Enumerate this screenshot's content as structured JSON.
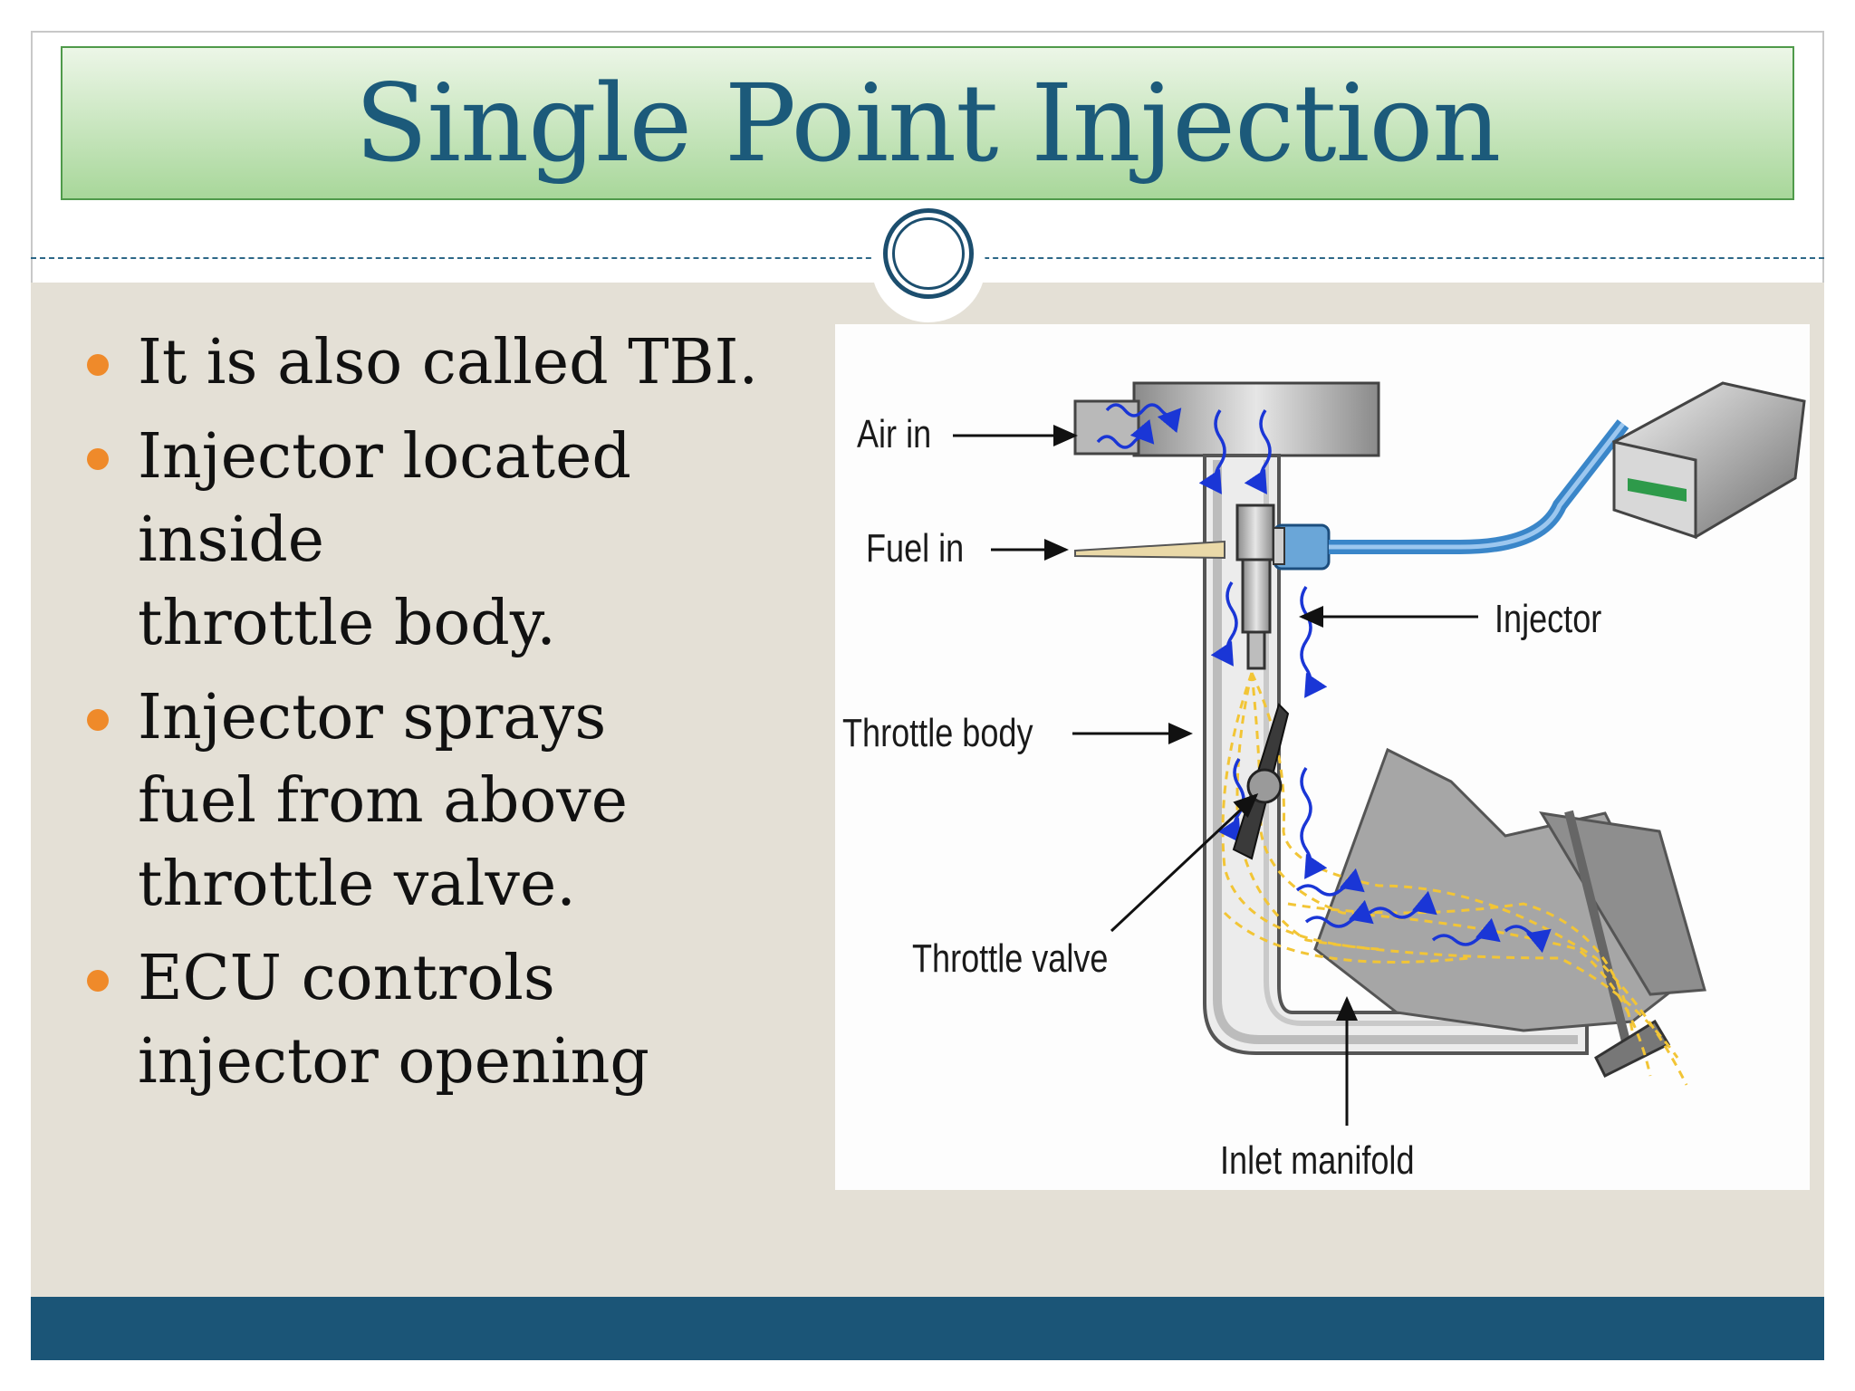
{
  "title": "Single Point Injection",
  "bullets": [
    {
      "lines": [
        "It is also called TBI."
      ]
    },
    {
      "lines": [
        "Injector located inside",
        "throttle body."
      ]
    },
    {
      "lines": [
        "Injector sprays",
        "fuel from above",
        "throttle valve."
      ]
    },
    {
      "lines": [
        "ECU controls",
        "injector opening"
      ]
    }
  ],
  "diagram": {
    "labels": {
      "air_in": "Air in",
      "fuel_in": "Fuel in",
      "injector": "Injector",
      "throttle_body": "Throttle body",
      "throttle_valve": "Throttle valve",
      "inlet_manifold": "Inlet manifold"
    }
  },
  "colors": {
    "title": "#1c5a7a",
    "bullet": "#ef8a2a",
    "footer": "#1b5577",
    "air_arrows": "#1a36d6",
    "fuel_spray": "#f2c536"
  }
}
